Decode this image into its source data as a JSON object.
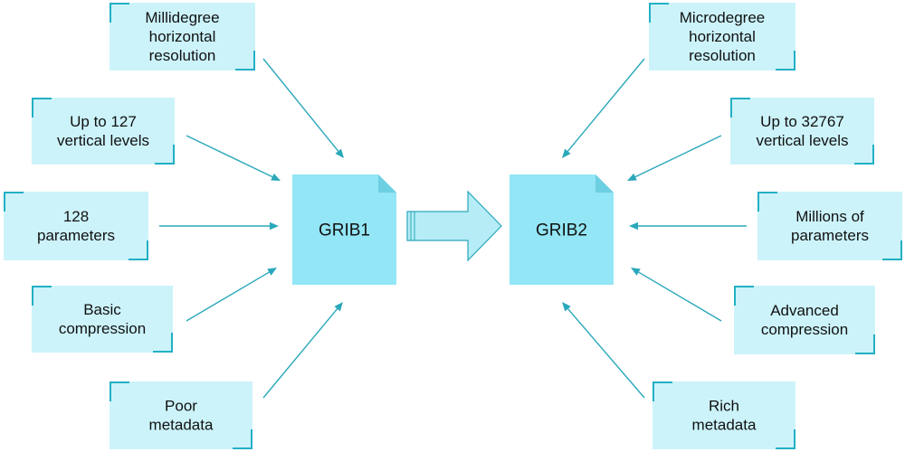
{
  "grib1": {
    "label": "GRIB1",
    "features": [
      [
        "Millidegree",
        "horizontal",
        "resolution"
      ],
      [
        "Up to 127",
        "vertical levels"
      ],
      [
        "128",
        "parameters"
      ],
      [
        "Basic",
        "compression"
      ],
      [
        "Poor",
        "metadata"
      ]
    ]
  },
  "grib2": {
    "label": "GRIB2",
    "features": [
      [
        "Microdegree",
        "horizontal",
        "resolution"
      ],
      [
        "Up to 32767",
        "vertical levels"
      ],
      [
        "Millions of",
        "parameters"
      ],
      [
        "Advanced",
        "compression"
      ],
      [
        "Rich",
        "metadata"
      ]
    ]
  },
  "colors": {
    "box_fill": "#ccf3fa",
    "box_corner": "#22b0c4",
    "doc_fill": "#93e6f5",
    "arrow": "#2aa8bb",
    "transition_arrow_fill": "#b5ecf6"
  }
}
